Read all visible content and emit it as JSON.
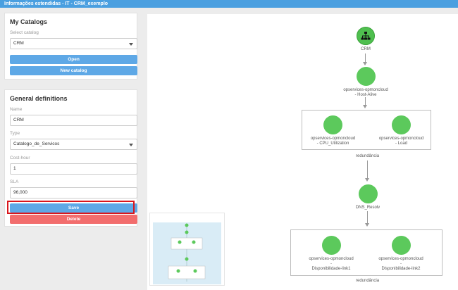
{
  "window": {
    "title": "Informações estendidas - IT - CRM_exemplo"
  },
  "catalogs": {
    "title": "My Catalogs",
    "select_label": "Select catalog",
    "selected": "CRM",
    "open_label": "Open",
    "new_label": "New catalog"
  },
  "definitions": {
    "title": "General definitions",
    "name_label": "Name",
    "name_value": "CRM",
    "type_label": "Type",
    "type_value": "Catalogo_de_Servicos",
    "cost_label": "Cost-hour",
    "cost_value": "1",
    "sla_label": "SLA",
    "sla_value": "96,000",
    "save_label": "Save",
    "delete_label": "Delete"
  },
  "graph": {
    "root": {
      "label": "CRM",
      "icon": "sitemap-icon"
    },
    "host_alive": {
      "line1": "opservices-opmoncloud",
      "line2": "- Host-Alive"
    },
    "group1": {
      "label": "redundância",
      "nodes": [
        {
          "line1": "opservices-opmoncloud",
          "line2": "- CPU_Utilization"
        },
        {
          "line1": "opservices-opmoncloud",
          "line2": "- Load"
        }
      ]
    },
    "dns": {
      "label": "DNS_Resolv"
    },
    "group2": {
      "label": "redundância",
      "nodes": [
        {
          "line1": "opservices-opmoncloud",
          "line2": "-",
          "line3": "Disponibilidade-link1"
        },
        {
          "line1": "opservices-opmoncloud",
          "line2": "-",
          "line3": "Disponibilidade-link2"
        }
      ]
    }
  },
  "colors": {
    "accent": "#4a9fe0",
    "button_blue": "#5ea8e6",
    "button_red": "#f26d6d",
    "node_green": "#5cc95c",
    "highlight": "#d9161c"
  }
}
